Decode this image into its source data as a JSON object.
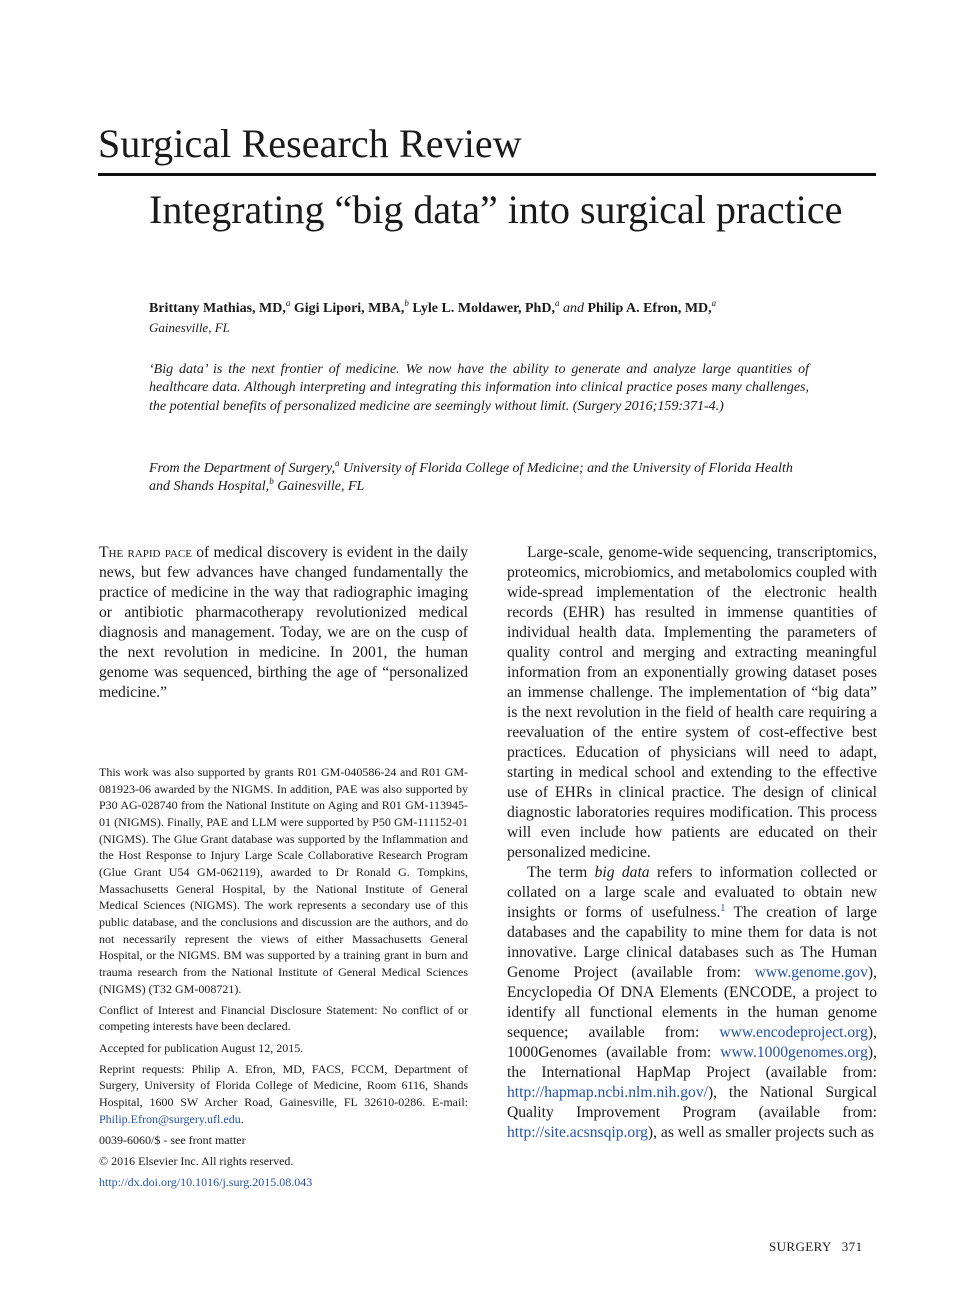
{
  "header": {
    "section": "Surgical Research Review",
    "title": "Integrating “big data” into surgical practice"
  },
  "authors": {
    "a1": "Brittany Mathias, MD,",
    "a1_sup": "a",
    "a2": "Gigi Lipori, MBA,",
    "a2_sup": "b",
    "a3": "Lyle L. Moldawer, PhD,",
    "a3_sup": "a",
    "and": "and",
    "a4": "Philip A. Efron, MD,",
    "a4_sup": "a",
    "location": "Gainesville, FL"
  },
  "abstract": "‘Big data’ is the next frontier of medicine. We now have the ability to generate and analyze large quantities of healthcare data. Although interpreting and integrating this information into clinical practice poses many challenges, the potential benefits of personalized medicine are seemingly without limit. (Surgery 2016;159:371-4.)",
  "affiliation": {
    "p1": "From the Department of Surgery,",
    "sup_a": "a",
    "p2": " University of Florida College of Medicine; and the University of Florida Health and Shands Hospital,",
    "sup_b": "b",
    "p3": " Gainesville, FL"
  },
  "body_left": {
    "lead": "The rapid pace",
    "p1": " of medical discovery is evident in the daily news, but few advances have changed fundamentally the practice of medicine in the way that radiographic imaging or antibiotic pharmacotherapy revolutionized medical diagnosis and management. Today, we are on the cusp of the next revolution in medicine. In 2001, the human genome was sequenced, birthing the age of “personalized medicine.”"
  },
  "footnotes": {
    "funding": "This work was also supported by grants R01 GM-040586-24 and R01 GM-081923-06 awarded by the NIGMS. In addition, PAE was also supported by P30 AG-028740 from the National Institute on Aging and R01 GM-113945-01 (NIGMS). Finally, PAE and LLM were supported by P50 GM-111152-01 (NIGMS). The Glue Grant database was supported by the Inflammation and the Host Response to Injury Large Scale Collaborative Research Program (Glue Grant U54 GM-062119), awarded to Dr Ronald G. Tompkins, Massachusetts General Hospital, by the National Institute of General Medical Sciences (NIGMS). The work represents a secondary use of this public database, and the conclusions and discussion are the authors, and do not necessarily represent the views of either Massachusetts General Hospital, or the NIGMS. BM was supported by a training grant in burn and trauma research from the National Institute of General Medical Sciences (NIGMS) (T32 GM-008721).",
    "conflict": "Conflict of Interest and Financial Disclosure Statement: No conflict of or competing interests have been declared.",
    "accepted": "Accepted for publication August 12, 2015.",
    "reprint": "Reprint requests: Philip A. Efron, MD, FACS, FCCM, Department of Surgery, University of Florida College of Medicine, Room 6116, Shands Hospital, 1600 SW Archer Road, Gainesville, FL 32610-0286. E-mail: ",
    "email": "Philip.Efron@surgery.ufl.edu",
    "email_end": ".",
    "issn": "0039-6060/$ - see front matter",
    "copyright": "© 2016 Elsevier Inc. All rights reserved.",
    "doi": "http://dx.doi.org/10.1016/j.surg.2015.08.043"
  },
  "body_right": {
    "p1": "Large-scale, genome-wide sequencing, transcriptomics, proteomics, microbiomics, and metabolomics coupled with wide-spread implementation of the electronic health records (EHR) has resulted in immense quantities of individual health data. Implementing the parameters of quality control and merging and extracting meaningful information from an exponentially growing dataset poses an immense challenge. The implementation of “big data” is the next revolution in the field of health care requiring a reevaluation of the entire system of cost-effective best practices. Education of physicians will need to adapt, starting in medical school and extending to the effective use of EHRs in clinical practice. The design of clinical diagnostic laboratories requires modification. This process will even include how patients are educated on their personalized medicine.",
    "p2_a": "The term ",
    "p2_term": "big data",
    "p2_b": " refers to information collected or collated on a large scale and evaluated to obtain new insights or forms of usefulness.",
    "p2_ref": "1",
    "p2_c": " The creation of large databases and the capability to mine them for data is not innovative. Large clinical databases such as The Human Genome Project (available from: ",
    "link1": "www.genome.gov",
    "p2_d": "), Encyclopedia Of DNA Elements (ENCODE, a project to identify all functional elements in the human genome sequence; available from: ",
    "link2": "www.encodeproject.org",
    "p2_e": "), 1000Genomes (available from: ",
    "link3": "www.1000genomes.org",
    "p2_f": "), the International HapMap Project (available from: ",
    "link4": "http://hapmap.ncbi.nlm.nih.gov/",
    "p2_g": "), the National Surgical Quality Improvement Program (available from: ",
    "link5": "http://site.acsnsqip.org",
    "p2_h": "), as well as smaller projects such as"
  },
  "footer": {
    "journal": "SURGERY",
    "page": "371"
  }
}
